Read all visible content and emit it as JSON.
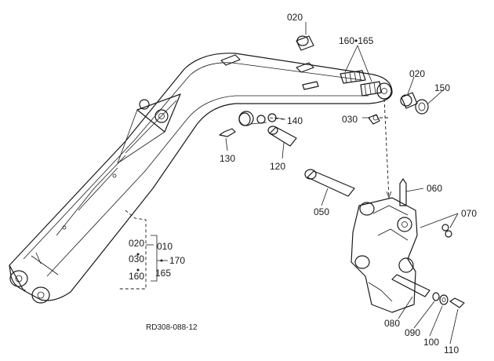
{
  "colors": {
    "ink": "#1a1a1a",
    "paper": "#ffffff"
  },
  "drawing_code": "RD308-088-12",
  "callouts": {
    "p020_top": "020",
    "p160_165": "160•165",
    "p020_right": "020",
    "p150": "150",
    "p140": "140",
    "p030": "030",
    "p130": "130",
    "p120": "120",
    "p060": "060",
    "p050": "050",
    "p070": "070",
    "p080": "080",
    "p090": "090",
    "p100": "100",
    "p110": "110"
  },
  "group_box": {
    "c020": "020",
    "c010": "010",
    "c030": "030",
    "c165": "165",
    "c160": "160",
    "c170": "170"
  }
}
